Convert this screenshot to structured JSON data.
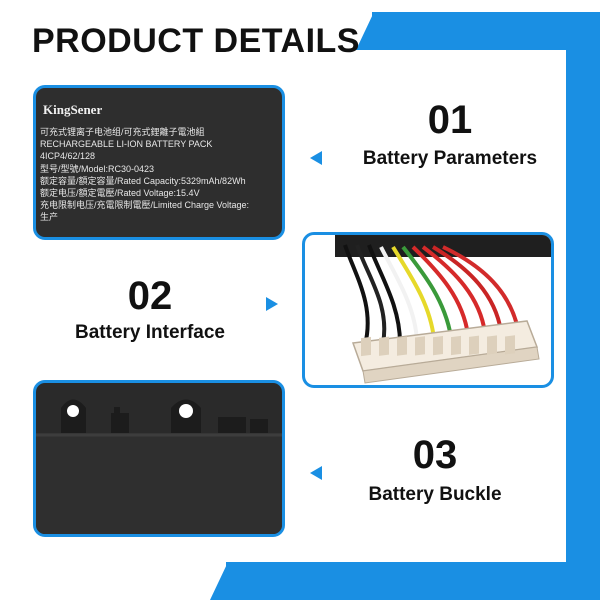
{
  "header": {
    "title": "PRODUCT DETAILS"
  },
  "colors": {
    "accent": "#1a8fe3",
    "text": "#111111",
    "battery_dark": "#2e2e2e"
  },
  "sections": [
    {
      "number": "01",
      "caption": "Battery Parameters"
    },
    {
      "number": "02",
      "caption": "Battery Interface"
    },
    {
      "number": "03",
      "caption": "Battery Buckle"
    }
  ],
  "battery_label": {
    "brand": "KingSener",
    "lines": [
      "可充式锂离子电池组/可充式鋰離子電池組",
      "RECHARGEABLE LI-ION BATTERY PACK",
      "4ICP4/62/128",
      "型号/型號/Model:RC30-0423",
      "额定容量/額定容量/Rated Capacity:5329mAh/82Wh",
      "额定电压/額定電壓/Rated Voltage:15.4V",
      "充电限制电压/充電限制電壓/Limited Charge Voltage:",
      "生产"
    ]
  }
}
